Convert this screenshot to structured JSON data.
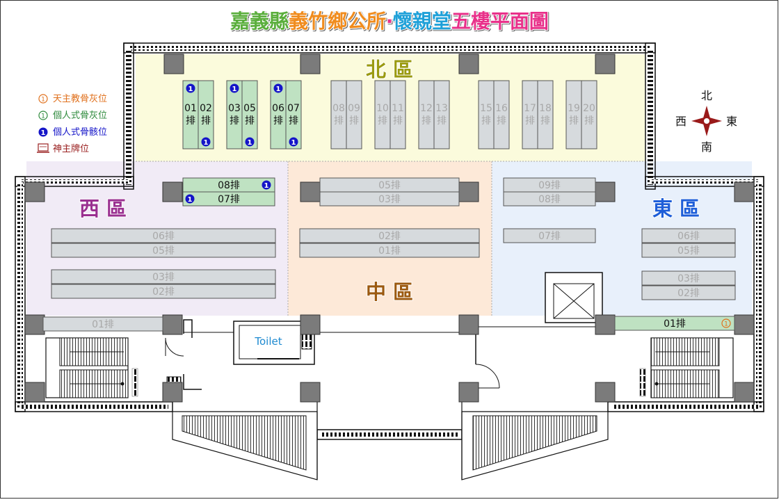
{
  "title": {
    "segments": [
      {
        "text": "嘉義縣",
        "color": "#5aae3c"
      },
      {
        "text": "義竹鄉公所",
        "color": "#f08c1e"
      },
      {
        "text": "‧",
        "color": "#e8318a"
      },
      {
        "text": "懷親堂",
        "color": "#1ea0d8"
      },
      {
        "text": "五樓平面圖",
        "color": "#e8318a"
      }
    ]
  },
  "zones": {
    "north": {
      "label": "北 區",
      "color": "#9a9a10"
    },
    "west": {
      "label": "西 區",
      "color": "#9a3090"
    },
    "center": {
      "label": "中 區",
      "color": "#9c5a10"
    },
    "east": {
      "label": "東 區",
      "color": "#1e5ed8"
    }
  },
  "legend": [
    {
      "icon": "circled-1-outline",
      "symbol": "①",
      "text": "天主教骨灰位",
      "color": "#e0701c"
    },
    {
      "icon": "circled-1-outline",
      "symbol": "①",
      "text": "個人式骨灰位",
      "color": "#2e8a3c"
    },
    {
      "icon": "circled-1-filled",
      "symbol": "❶",
      "text": "個人式骨骸位",
      "color": "#1414c8"
    },
    {
      "icon": "ancestral-tablet-icon",
      "symbol": "",
      "text": "神主牌位",
      "color": "#9a2020"
    }
  ],
  "compass": {
    "north": "北",
    "south": "南",
    "east": "東",
    "west": "西",
    "color": "#9a1a1a"
  },
  "north_rows": [
    {
      "left": "01\n排",
      "right": "02\n排",
      "status": "active",
      "badge_top": "left",
      "badge_bottom": "right"
    },
    {
      "left": "03\n排",
      "right": "05\n排",
      "status": "active",
      "badge_top": "left",
      "badge_bottom": "right"
    },
    {
      "left": "06\n排",
      "right": "07\n排",
      "status": "active",
      "badge_top": "left",
      "badge_bottom": "right"
    },
    {
      "left": "08\n排",
      "right": "09\n排",
      "status": "inactive"
    },
    {
      "left": "10\n排",
      "right": "11\n排",
      "status": "inactive"
    },
    {
      "left": "12\n排",
      "right": "13\n排",
      "status": "inactive"
    },
    {
      "left": "15\n排",
      "right": "16\n排",
      "status": "inactive"
    },
    {
      "left": "17\n排",
      "right": "18\n排",
      "status": "inactive"
    },
    {
      "left": "19\n排",
      "right": "20\n排",
      "status": "inactive"
    }
  ],
  "west_rows": [
    {
      "label": "08排",
      "status": "active",
      "badge": "right"
    },
    {
      "label": "07排",
      "status": "active",
      "badge": "left"
    },
    {
      "label": "06排",
      "status": "inactive"
    },
    {
      "label": "05排",
      "status": "inactive"
    },
    {
      "label": "03排",
      "status": "inactive"
    },
    {
      "label": "02排",
      "status": "inactive"
    },
    {
      "label": "01排",
      "status": "inactive"
    }
  ],
  "center_rows": [
    {
      "label": "05排",
      "status": "inactive"
    },
    {
      "label": "03排",
      "status": "inactive"
    },
    {
      "label": "02排",
      "status": "inactive"
    },
    {
      "label": "01排",
      "status": "inactive"
    }
  ],
  "east_rows": [
    {
      "label": "09排",
      "status": "inactive"
    },
    {
      "label": "08排",
      "status": "inactive"
    },
    {
      "label": "07排",
      "status": "inactive"
    },
    {
      "label": "06排",
      "status": "inactive"
    },
    {
      "label": "05排",
      "status": "inactive"
    },
    {
      "label": "03排",
      "status": "inactive"
    },
    {
      "label": "02排",
      "status": "inactive"
    },
    {
      "label": "01排",
      "status": "catholic",
      "badge": "right"
    }
  ],
  "toilet": {
    "label": "Toilet",
    "color": "#1e8ad0"
  },
  "colors": {
    "north_fill": "#fbfbdc",
    "west_fill": "#f1ebf6",
    "center_fill": "#fde9d8",
    "east_fill": "#e8f0fb",
    "active_fill": "#bfe2c2",
    "inactive_fill": "#d6dadd",
    "wall": "#111111",
    "pillar": "#7b7b7b",
    "inactive_text": "#a8a8a8",
    "active_text": "#111111"
  }
}
